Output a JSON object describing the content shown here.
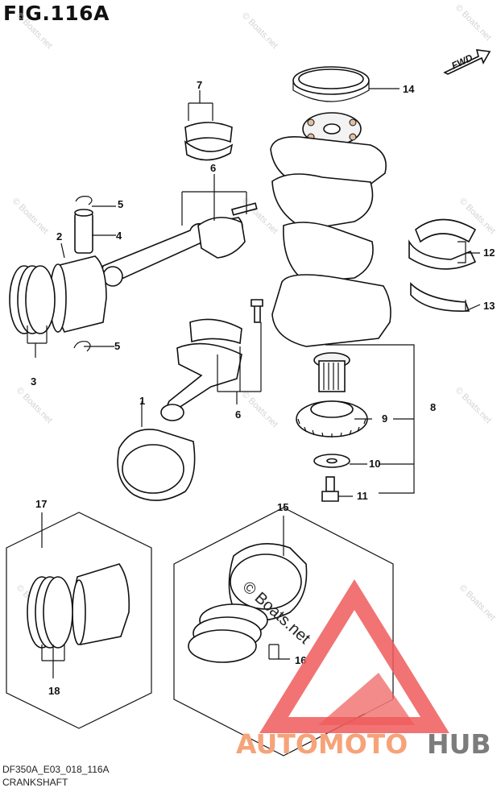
{
  "figure_title": "FIG.116A",
  "footer": {
    "code": "DF350A_E03_018_116A",
    "name": "CRANKSHAFT"
  },
  "fwd_label": "FWD",
  "callouts": [
    "1",
    "2",
    "3",
    "4",
    "5",
    "5",
    "6",
    "6",
    "7",
    "8",
    "9",
    "10",
    "11",
    "12",
    "13",
    "14",
    "15",
    "16",
    "17",
    "18"
  ],
  "watermark": {
    "text": "© Boats.net",
    "big_text": "© Boats.net"
  },
  "logo": {
    "word_a": "AUTOMOTO",
    "word_b": "HUB",
    "colors": {
      "triangle": "#f05a5a",
      "word_a": "#f6a37a",
      "word_b": "#7c7c7c"
    }
  }
}
